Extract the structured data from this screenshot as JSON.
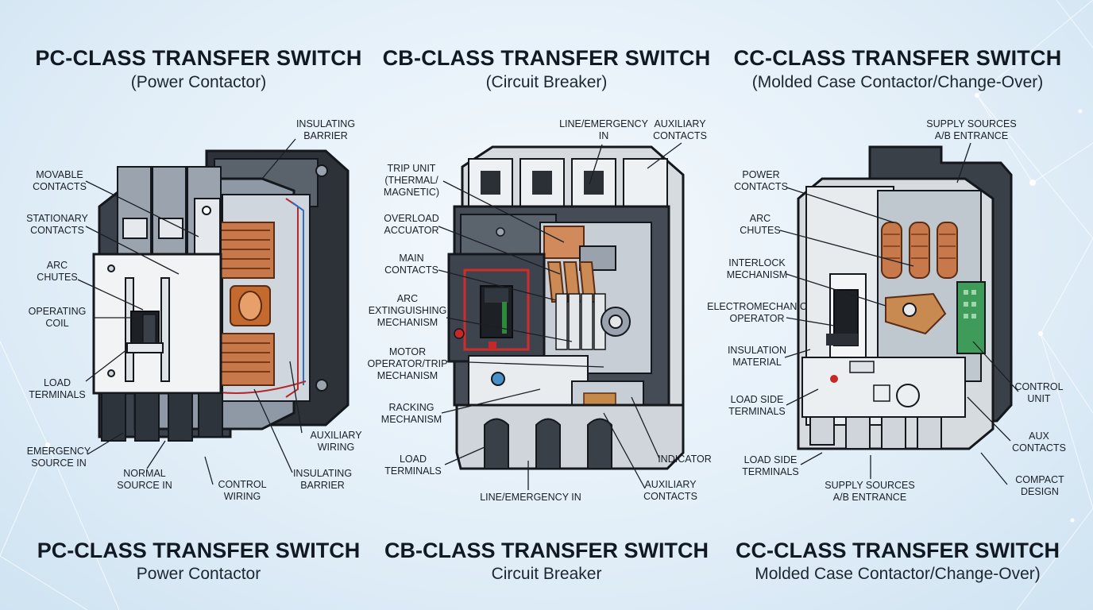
{
  "panels": [
    {
      "title": "PC-CLASS TRANSFER SWITCH",
      "subtitle": "(Power Contactor)",
      "bottom_title": "PC-CLASS TRANSFER SWITCH",
      "bottom_subtitle": "Power Contactor",
      "labels": {
        "insulating_barrier_top": "INSULATING\nBARRIER",
        "movable_contacts": "MOVABLE\nCONTACTS",
        "stationary_contacts": "STATIONARY\nCONTACTS",
        "arc_chutes": "ARC\nCHUTES",
        "operating_coil": "OPERATING\nCOIL",
        "load_terminals": "LOAD\nTERMINALS",
        "emergency_source_in": "EMERGENCY\nSOURCE IN",
        "normal_source_in": "NORMAL\nSOURCE IN",
        "control_wiring": "CONTROL\nWIRING",
        "insulating_barrier_bottom": "INSULATING\nBARRIER",
        "auxiliary_wiring": "AUXILIARY\nWIRING"
      }
    },
    {
      "title": "CB-CLASS TRANSFER SWITCH",
      "subtitle": "(Circuit Breaker)",
      "bottom_title": "CB-CLASS TRANSFER SWITCH",
      "bottom_subtitle": "Circuit Breaker",
      "labels": {
        "line_emergency_in_top": "LINE/EMERGENCY\nIN",
        "auxiliary_contacts_top": "AUXILIARY\nCONTACTS",
        "trip_unit": "TRIP UNIT\n(THERMAL/\nMAGNETIC)",
        "overload_accuator": "OVERLOAD\nACCUATOR",
        "main_contacts": "MAIN\nCONTACTS",
        "arc_extinguishing": "ARC\nEXTINGUISHING\nMECHANISM",
        "motor_operator": "MOTOR\nOPERATOR/TRIP\nMECHANISM",
        "racking_mechanism": "RACKING\nMECHANISM",
        "load_terminals": "LOAD\nTERMINALS",
        "line_emergency_in_bottom": "LINE/EMERGENCY IN",
        "indicator": "INDICATOR",
        "auxiliary_contacts_bottom": "AUXILIARY\nCONTACTS"
      }
    },
    {
      "title": "CC-CLASS TRANSFER SWITCH",
      "subtitle": "(Molded Case Contactor/Change-Over)",
      "bottom_title": "CC-CLASS TRANSFER SWITCH",
      "bottom_subtitle": "Molded Case Contactor/Change-Over)",
      "labels": {
        "supply_sources_top": "SUPPLY SOURCES\nA/B ENTRANCE",
        "power_contacts": "POWER\nCONTACTS",
        "arc_chutes": "ARC\nCHUTES",
        "interlock_mechanism": "INTERLOCK\nMECHANISM",
        "electromechanic_operator": "ELECTROMECHANIC\nOPERATOR",
        "insulation_material": "INSULATION\nMATERIAL",
        "load_side_terminals_1": "LOAD SIDE\nTERMINALS",
        "load_side_terminals_2": "LOAD SIDE\nTERMINALS",
        "supply_sources_bottom": "SUPPLY SOURCES\nA/B ENTRANCE",
        "control_unit": "CONTROL\nUNIT",
        "aux_contacts": "AUX\nCONTACTS",
        "compact_design": "COMPACT\nDESIGN"
      }
    }
  ]
}
